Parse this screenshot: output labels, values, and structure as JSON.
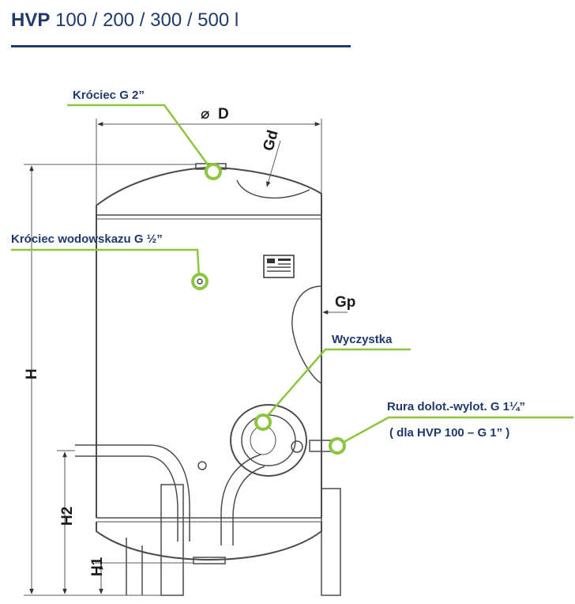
{
  "title": {
    "bold": "HVP",
    "rest": " 100 / 200 / 300 / 500 l"
  },
  "labels": {
    "top_fitting": "Króciec  G 2”",
    "gauge_fitting": "Króciec wodowskazu G ½”",
    "cleanout": "Wyczystka",
    "pipe_line1": "Rura dolot.-wylot.  G 1¼”",
    "pipe_line2": "( dla HVP 100 – G 1” )"
  },
  "dimensions": {
    "diameter_symbol": "⌀",
    "diameter": "D",
    "gd": "Gd",
    "gp": "Gp",
    "height": "H",
    "h2": "H2",
    "h1": "H1"
  },
  "colors": {
    "title_blue": "#1f3a6b",
    "callout_green": "#8cc63f",
    "drawing_gray": "#4b4b4b"
  }
}
